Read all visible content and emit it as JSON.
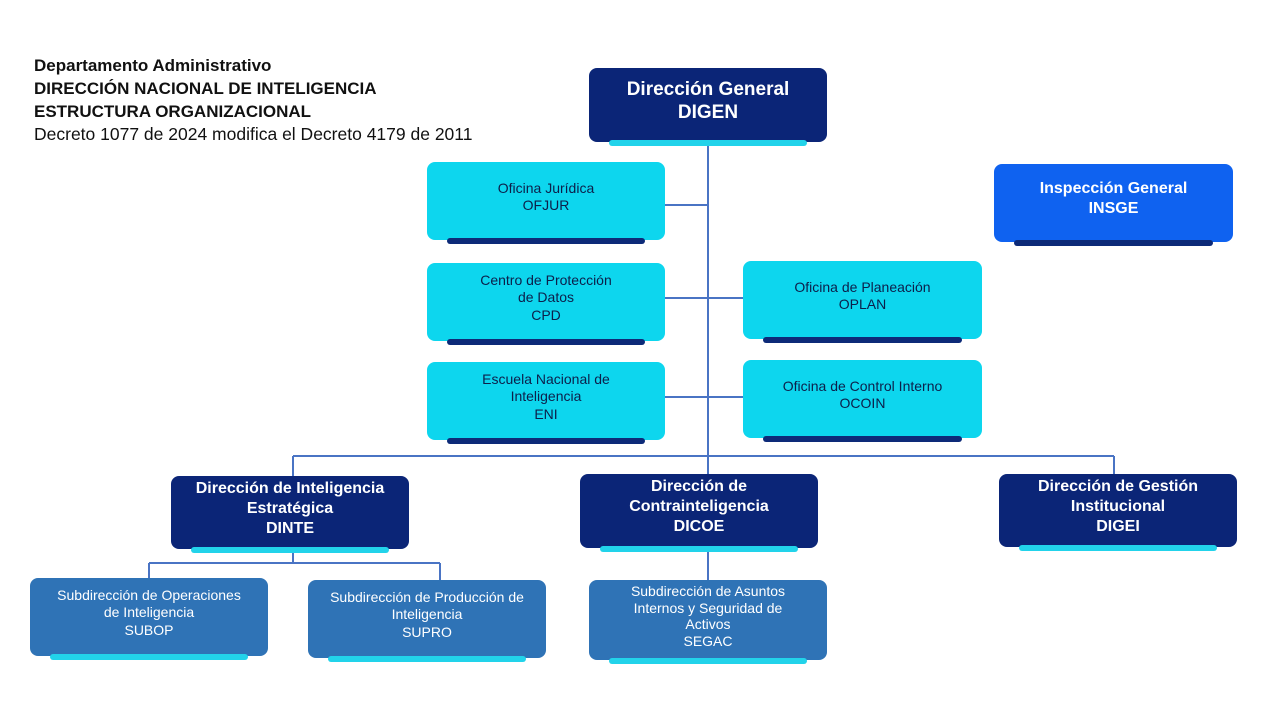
{
  "header": {
    "line1": "Departamento  Administrativo",
    "line2": "DIRECCIÓN NACIONAL DE INTELIGENCIA",
    "line3": "ESTRUCTURA ORGANIZACIONAL",
    "line4": "Decreto 1077 de 2024 modifica el Decreto 4179 de 2011"
  },
  "colors": {
    "navy": "#0b2577",
    "cyan": "#0dd6ee",
    "medium_blue": "#2f73b6",
    "bright_blue": "#0f62f0",
    "accent_bar": "#22d3ea",
    "connector": "#4a74c4"
  },
  "boxes": {
    "digen": {
      "lines": [
        "Dirección General",
        "DIGEN"
      ]
    },
    "insge": {
      "lines": [
        "Inspección General",
        "INSGE"
      ]
    },
    "ofjur": {
      "lines": [
        "Oficina Jurídica",
        "OFJUR"
      ]
    },
    "cpd": {
      "lines": [
        "Centro de Protección",
        "de Datos",
        "CPD"
      ]
    },
    "oplan": {
      "lines": [
        "Oficina de Planeación",
        "OPLAN"
      ]
    },
    "eni": {
      "lines": [
        "Escuela Nacional de",
        "Inteligencia",
        "ENI"
      ]
    },
    "ocoin": {
      "lines": [
        "Oficina de Control Interno",
        "OCOIN"
      ]
    },
    "dinte": {
      "lines": [
        "Dirección de Inteligencia",
        "Estratégica",
        "DINTE"
      ]
    },
    "dicoe": {
      "lines": [
        "Dirección de",
        "Contrainteligencia",
        "DICOE"
      ]
    },
    "digei": {
      "lines": [
        "Dirección de Gestión",
        "Institucional",
        "DIGEI"
      ]
    },
    "subop": {
      "lines": [
        "Subdirección de Operaciones",
        "de Inteligencia",
        "SUBOP"
      ]
    },
    "supro": {
      "lines": [
        "Subdirección de Producción de",
        "Inteligencia",
        "SUPRO"
      ]
    },
    "segac": {
      "lines": [
        "Subdirección de Asuntos",
        "Internos y Seguridad de",
        "Activos",
        "SEGAC"
      ]
    }
  }
}
